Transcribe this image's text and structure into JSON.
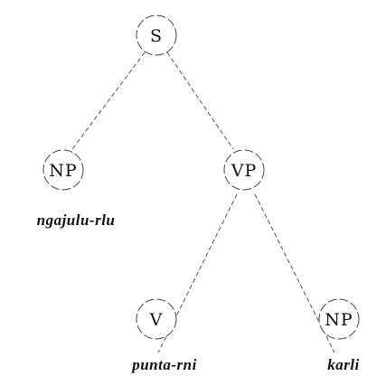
{
  "nodes": {
    "s": "S",
    "np_subject": "NP",
    "vp": "VP",
    "v": "V",
    "np_object": "NP"
  },
  "words": {
    "subject": "ngajulu-rlu",
    "verb": "punta-rni",
    "object": "karli"
  }
}
